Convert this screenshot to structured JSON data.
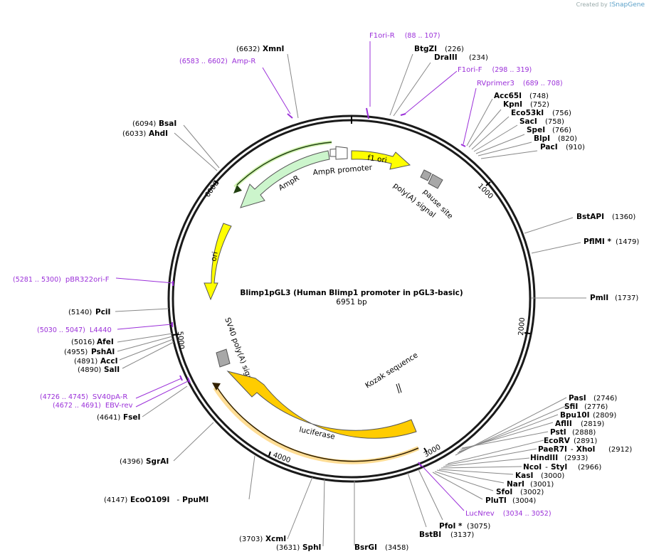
{
  "brand": {
    "created_by": "Created by",
    "app": "SnapGene"
  },
  "plasmid": {
    "name": "Blimp1pGL3 (Human Blimp1 promoter in pGL3-basic)",
    "size": "6951 bp"
  },
  "ticks": [
    "1000",
    "2000",
    "3000",
    "4000",
    "5000",
    "6000"
  ],
  "sites": [
    {
      "name": "XmnI",
      "pos": "(6632)"
    },
    {
      "name": "BtgZI",
      "pos": "(226)"
    },
    {
      "name": "DraIII",
      "pos": "(234)"
    },
    {
      "name": "Acc65I",
      "pos": "(748)"
    },
    {
      "name": "KpnI",
      "pos": "(752)"
    },
    {
      "name": "Eco53kI",
      "pos": "(756)"
    },
    {
      "name": "SacI",
      "pos": "(758)"
    },
    {
      "name": "SpeI",
      "pos": "(766)"
    },
    {
      "name": "BlpI",
      "pos": "(820)"
    },
    {
      "name": "PacI",
      "pos": "(910)"
    },
    {
      "name": "BsaI",
      "pos": "(6094)"
    },
    {
      "name": "AhdI",
      "pos": "(6033)"
    },
    {
      "name": "BstAPI",
      "pos": "(1360)"
    },
    {
      "name": "PflMI *",
      "pos": "(1479)"
    },
    {
      "name": "PmlI",
      "pos": "(1737)"
    },
    {
      "name": "PciI",
      "pos": "(5140)"
    },
    {
      "name": "AfeI",
      "pos": "(5016)"
    },
    {
      "name": "PshAI",
      "pos": "(4955)"
    },
    {
      "name": "AccI",
      "pos": "(4891)"
    },
    {
      "name": "SalI",
      "pos": "(4890)"
    },
    {
      "name": "FseI",
      "pos": "(4641)"
    },
    {
      "name": "SgrAI",
      "pos": "(4396)"
    },
    {
      "name": "EcoO109I",
      "pos": "(4147)"
    },
    {
      "name": "PpuMI",
      "pos": ""
    },
    {
      "name": "XcmI",
      "pos": "(3703)"
    },
    {
      "name": "SphI",
      "pos": "(3631)"
    },
    {
      "name": "BsrGI",
      "pos": "(3458)"
    },
    {
      "name": "BstBI",
      "pos": "(3137)"
    },
    {
      "name": "PfoI *",
      "pos": "(3075)"
    },
    {
      "name": "PasI",
      "pos": "(2746)"
    },
    {
      "name": "SfiI",
      "pos": "(2776)"
    },
    {
      "name": "Bpu10I",
      "pos": "(2809)"
    },
    {
      "name": "AflII",
      "pos": "(2819)"
    },
    {
      "name": "PstI",
      "pos": "(2888)"
    },
    {
      "name": "EcoRV",
      "pos": "(2891)"
    },
    {
      "name": "PaeR7I",
      "pos": ""
    },
    {
      "name": "XhoI",
      "pos": "(2912)"
    },
    {
      "name": "HindIII",
      "pos": "(2933)"
    },
    {
      "name": "NcoI",
      "pos": ""
    },
    {
      "name": "StyI",
      "pos": "(2966)"
    },
    {
      "name": "KasI",
      "pos": "(3000)"
    },
    {
      "name": "NarI",
      "pos": "(3001)"
    },
    {
      "name": "SfoI",
      "pos": "(3002)"
    },
    {
      "name": "PluTI",
      "pos": "(3004)"
    }
  ],
  "primers": [
    {
      "name": "F1ori-R",
      "range": "(88 .. 107)"
    },
    {
      "name": "Amp-R",
      "range": "(6583 .. 6602)"
    },
    {
      "name": "F1ori-F",
      "range": "(298 .. 319)"
    },
    {
      "name": "RVprimer3",
      "range": "(689 .. 708)"
    },
    {
      "name": "pBR322ori-F",
      "range": "(5281 .. 5300)"
    },
    {
      "name": "L4440",
      "range": "(5030 .. 5047)"
    },
    {
      "name": "SV40pA-R",
      "range": "(4726 .. 4745)"
    },
    {
      "name": "EBV-rev",
      "range": "(4672 .. 4691)"
    },
    {
      "name": "LucNrev",
      "range": "(3034 .. 3052)"
    }
  ],
  "features": {
    "f1_ori": "f1 ori",
    "ampr": "AmpR",
    "ampr_promoter": "AmpR promoter",
    "ori": "ori",
    "polya": "poly(A) signal",
    "pause": "pause site",
    "sv40": "SV40 poly(A) signal",
    "kozak": "Kozak sequence",
    "luciferase": "luciferase"
  },
  "colors": {
    "ring": "#1a1a1a",
    "primer": "#9b30d9",
    "f1_ori": "#ffff00",
    "ori": "#ffff00",
    "ampr": "#ccf5cc",
    "ampr_promoter": "#ffffff",
    "terminator": "#a8a8a8",
    "luciferase": "#ffcc00",
    "leader": "#888888"
  }
}
